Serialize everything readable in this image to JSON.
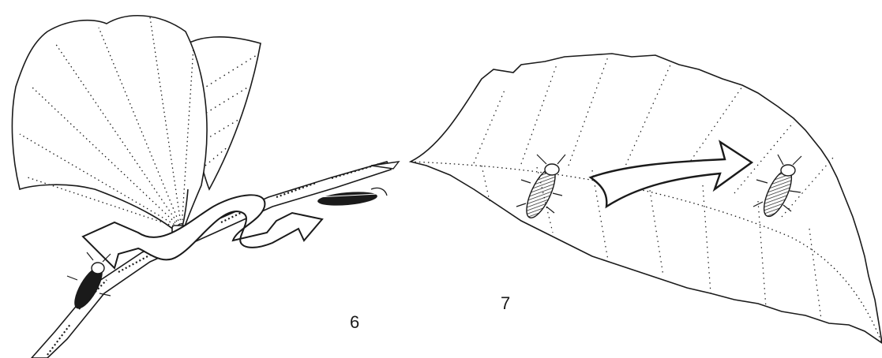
{
  "figures": [
    {
      "id": "6",
      "label": "6"
    },
    {
      "id": "7",
      "label": "7"
    }
  ],
  "colors": {
    "ink": "#1a1a1a",
    "paper": "#ffffff"
  },
  "icons": [
    "ginkgo-leaf-icon",
    "twig-icon",
    "looping-arrow-icon",
    "elm-leaf-icon",
    "straight-arrow-icon",
    "leafhopper-icon"
  ]
}
